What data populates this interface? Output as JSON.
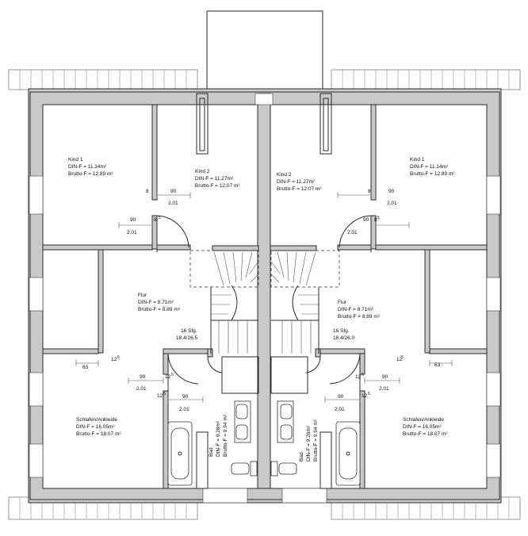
{
  "rooms": [
    {
      "id": "kind1-left",
      "name": "Kind 1",
      "din": "DIN-F = 11.14m²",
      "brutto": "Brutto-F = 12.89 m²"
    },
    {
      "id": "kind2-left",
      "name": "Kind 2",
      "din": "DIN-F = 11.27m²",
      "brutto": "Brutto-F = 12.07 m²"
    },
    {
      "id": "kind2-right",
      "name": "Kind 2",
      "din": "DIN-F = 11.27m²",
      "brutto": "Brutto-F = 12.07 m²"
    },
    {
      "id": "kind1-right",
      "name": "Kind 1",
      "din": "DIN-F = 11.14m²",
      "brutto": "Brutto-F = 12.89 m²"
    },
    {
      "id": "flur-left",
      "name": "Flur",
      "din": "DIN-F = 8.71m²",
      "brutto": "Brutto-F = 8.89 m²"
    },
    {
      "id": "flur-right",
      "name": "Flur",
      "din": "DIN-F = 8.71m²",
      "brutto": "Brutto-F = 8.89 m²"
    },
    {
      "id": "schlafen-left",
      "name": "Schlafen/Ankleide",
      "din": "DIN-F = 16.05m²",
      "brutto": "Brutto-F = 18.07 m²"
    },
    {
      "id": "schlafen-right",
      "name": "Schlafen/Ankleide",
      "din": "DIN-F = 16.05m²",
      "brutto": "Brutto-F = 18.07 m²"
    },
    {
      "id": "bad-left",
      "name": "Bad",
      "din": "DIN-F = 9.28m²",
      "brutto": "Brutto-F = 9.94 m²"
    },
    {
      "id": "bad-right",
      "name": "Bad",
      "din": "DIN-F = 9.28m²",
      "brutto": "Brutto-F = 9.94 m²"
    }
  ],
  "stairs": {
    "steps": "16 Stg.",
    "ratio_left": "18.4/26.5",
    "ratio_right": "18.4/26.0"
  },
  "dimensions": {
    "d90": "90",
    "d201": "2.01",
    "d63": "63",
    "d8": "8",
    "d12": "12",
    "d5": "5"
  }
}
